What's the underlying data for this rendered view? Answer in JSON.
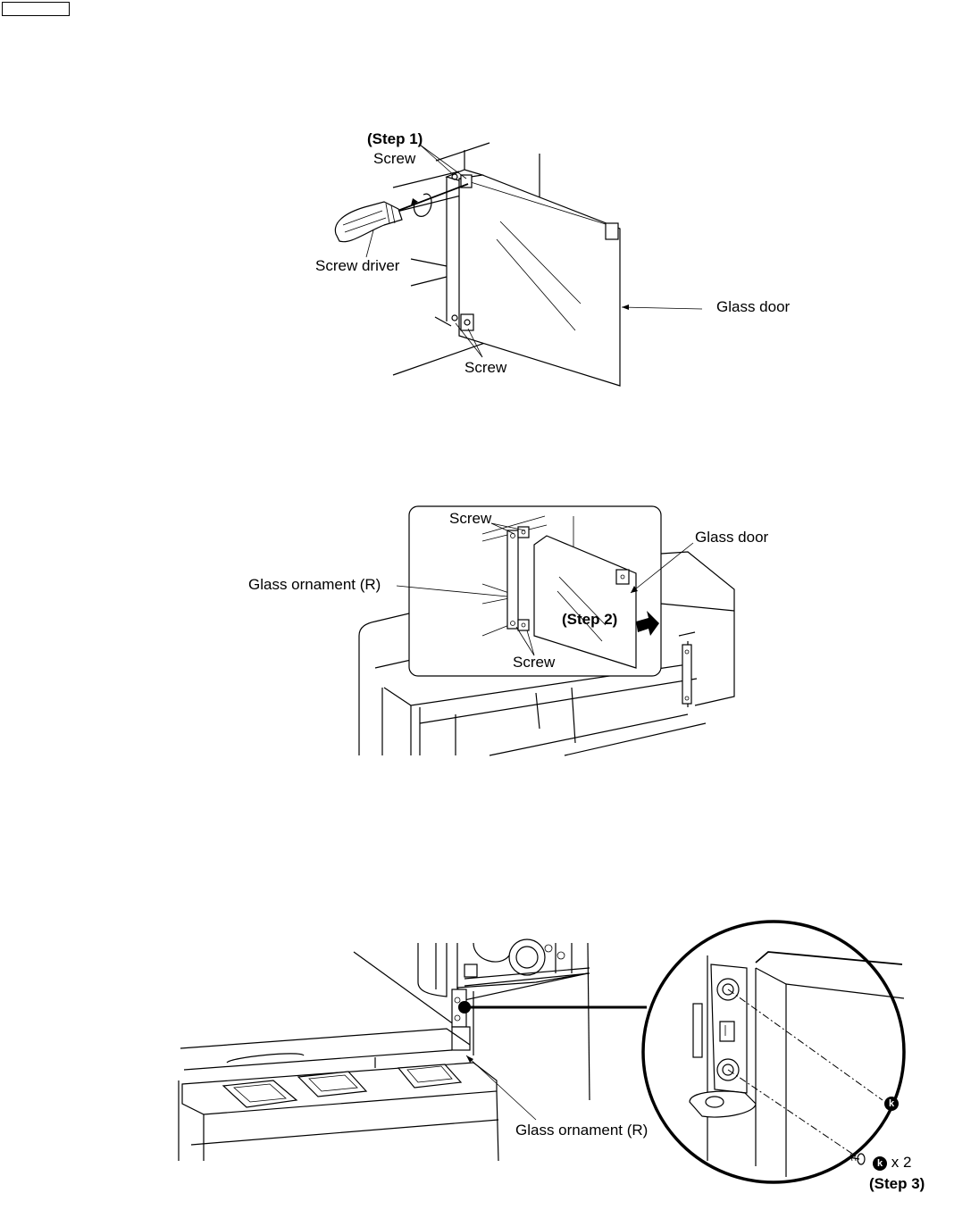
{
  "figure1": {
    "step_label": "(Step 1)",
    "screw_top": "Screw",
    "screw_driver": "Screw driver",
    "glass_door": "Glass door",
    "screw_bottom": "Screw"
  },
  "figure2": {
    "screw_top": "Screw",
    "glass_door": "Glass door",
    "glass_ornament": "Glass ornament (R)",
    "step_label": "(Step 2)",
    "screw_bottom": "Screw"
  },
  "figure3": {
    "glass_ornament": "Glass ornament (R)",
    "callout_k": "k",
    "count_k": "k",
    "count_text": "x 2",
    "step_label": "(Step 3)"
  }
}
